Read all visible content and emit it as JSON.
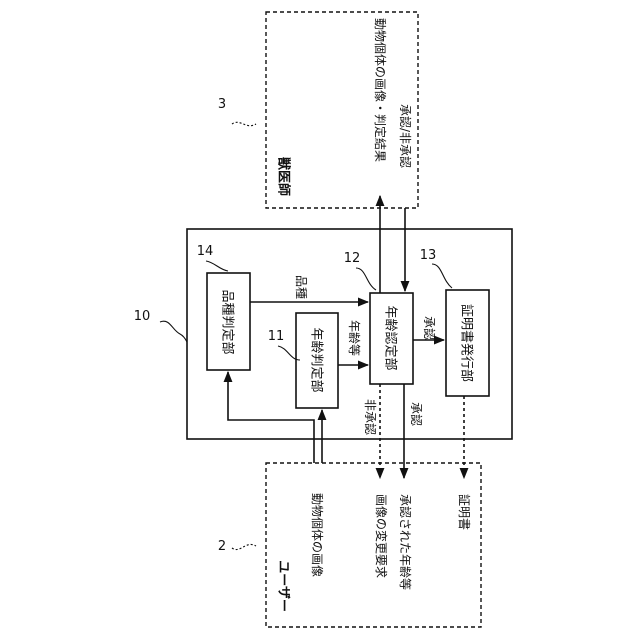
{
  "refs": {
    "device": "10",
    "vet": "3",
    "user": "2",
    "age_judge": "11",
    "age_approve": "12",
    "cert_issue": "13",
    "breed_judge": "14"
  },
  "boxes": {
    "vet": "獣医師",
    "user": "ユーザー",
    "breed_judge": "品種判定部",
    "age_judge": "年齢判定部",
    "age_approve": "年齢認定部",
    "cert_issue": "証明書発行部"
  },
  "flows": {
    "to_vet": "動物個体の画像・判定結果",
    "from_vet": "承認/非承認",
    "breed": "品種",
    "age_etc": "年齢等",
    "approve_to_cert": "承認",
    "non_approve": "非承認",
    "approve": "承認",
    "user_image": "動物個体の画像",
    "change_request": "画像の変更要求",
    "approved_age": "承認された年齢等",
    "certificate": "証明書"
  }
}
